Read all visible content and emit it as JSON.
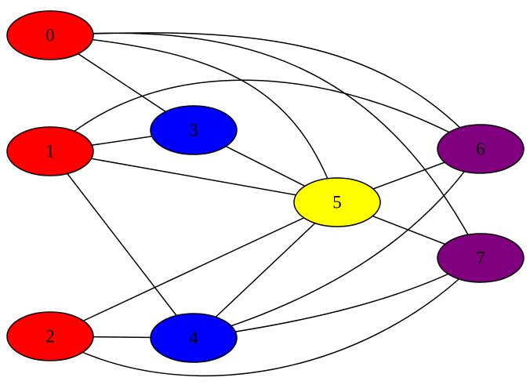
{
  "graph": {
    "nodes": [
      {
        "id": "0",
        "label": "0",
        "color": "#ff0000"
      },
      {
        "id": "1",
        "label": "1",
        "color": "#ff0000"
      },
      {
        "id": "2",
        "label": "2",
        "color": "#ff0000"
      },
      {
        "id": "3",
        "label": "3",
        "color": "#0000ff"
      },
      {
        "id": "4",
        "label": "4",
        "color": "#0000ff"
      },
      {
        "id": "5",
        "label": "5",
        "color": "#ffff00"
      },
      {
        "id": "6",
        "label": "6",
        "color": "#800080"
      },
      {
        "id": "7",
        "label": "7",
        "color": "#800080"
      }
    ],
    "edges": [
      [
        "0",
        "3"
      ],
      [
        "0",
        "5"
      ],
      [
        "0",
        "6"
      ],
      [
        "0",
        "7"
      ],
      [
        "1",
        "3"
      ],
      [
        "1",
        "5"
      ],
      [
        "1",
        "6"
      ],
      [
        "1",
        "4"
      ],
      [
        "2",
        "5"
      ],
      [
        "2",
        "4"
      ],
      [
        "2",
        "7"
      ],
      [
        "3",
        "5"
      ],
      [
        "4",
        "5"
      ],
      [
        "4",
        "6"
      ],
      [
        "4",
        "7"
      ],
      [
        "5",
        "6"
      ],
      [
        "5",
        "7"
      ]
    ]
  }
}
